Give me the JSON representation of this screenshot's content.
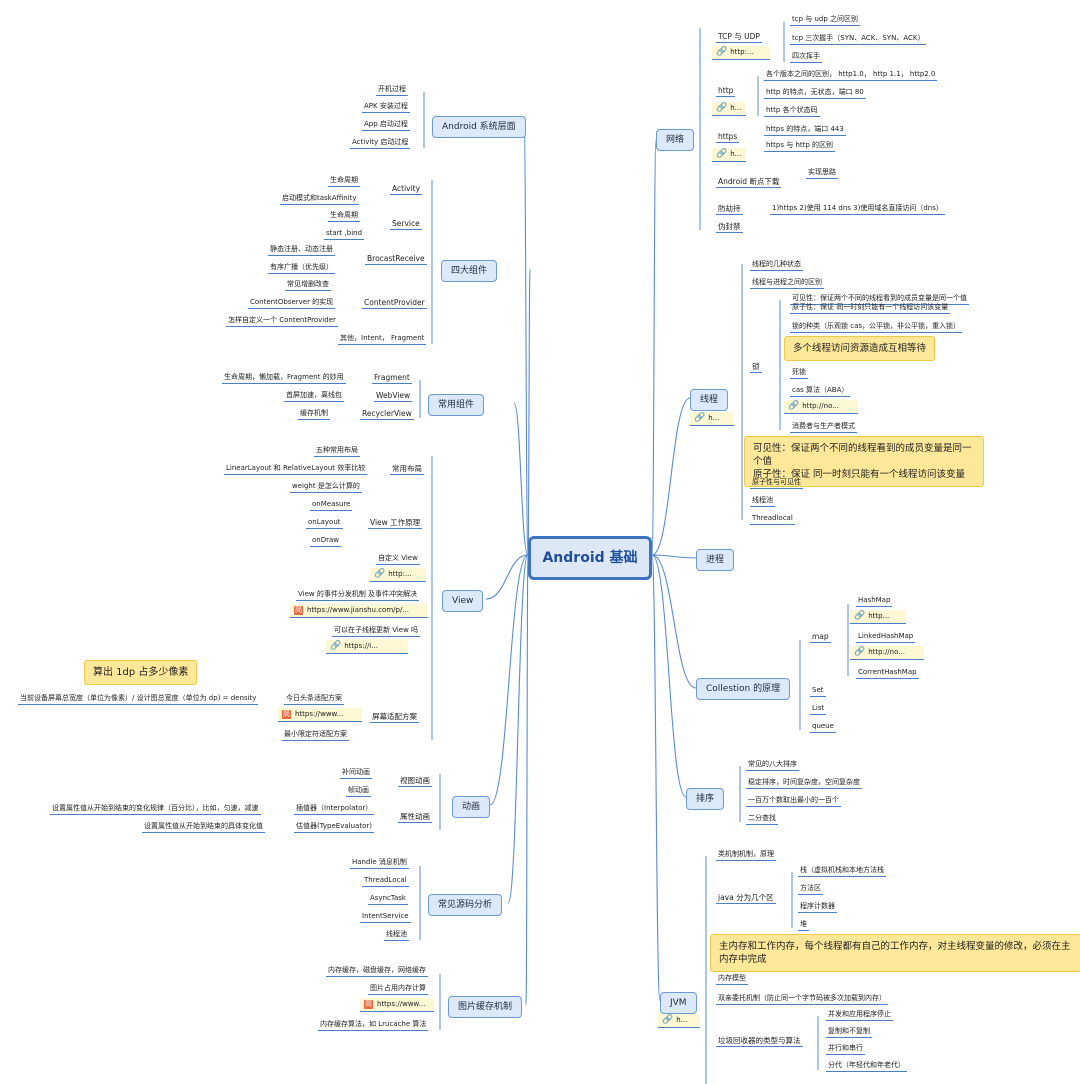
{
  "root": "Android 基础",
  "topics": {
    "network": "网络",
    "system": "Android 系统层面",
    "components": "四大组件",
    "common": "常用组件",
    "view": "View",
    "anim": "动画",
    "source": "常见源码分析",
    "imgcache": "图片缓存机制",
    "thread": "线程",
    "process": "进程",
    "collection": "Collestion 的原理",
    "sort": "排序",
    "jvm": "JVM"
  },
  "network": {
    "tcp": "TCP 与 UDP",
    "tcp_diff": "tcp 与 udp 之间区别",
    "tcp_hs": "tcp 三次握手（SYN、ACK、SYN、ACK）",
    "tcp_wave": "四次挥手",
    "tcp_link": "http:...",
    "http": "http",
    "http_ver": "各个版本之间的区别，  http1.0， http 1.1， http2.0",
    "http_feat": "http 的特点，无状态，端口 80",
    "http_status": "http 各个状态码",
    "http_link": "h...",
    "https": "https",
    "https_feat": "https 的特点，端口 443",
    "https_diff": "https 与 http 的区别",
    "https_link": "h...",
    "resume": "Android 断点下载",
    "resume_idea": "实现思路",
    "hijack": "防劫持",
    "hijack_desc": "1)https 2)使用 114 dns  3)使用域名直接访问（dns）",
    "fake": "伪封禁"
  },
  "system": {
    "boot": "开机过程",
    "apk": "APK 安装过程",
    "app": "App 启动过程",
    "activity": "Activity 启动过程"
  },
  "components": {
    "activity": "Activity",
    "act_life": "生命周期",
    "act_mode": "启动模式和taskAffinity",
    "service": "Service",
    "svc_life": "生命周期",
    "svc_bind": "start ,bind",
    "broadcast": "BrocastReceive",
    "bc_reg": "静态注册、动态注册",
    "bc_order": "有序广播（优先级）",
    "provider": "ContentProvider",
    "cp_crud": "常见增删改查",
    "cp_observer": "ContentObserver 的实现",
    "cp_custom": "怎样自定义一个 ContentProvider",
    "other": "其他，Intent，  Fragment"
  },
  "common": {
    "fragment": "Fragment",
    "fragment_desc": "生命周期，懒加载，Fragment 的妙用",
    "webview": "WebView",
    "webview_desc": "首屏加速，离线包",
    "recycler": "RecyclerView",
    "recycler_desc": "缓存机制"
  },
  "view": {
    "layout": "常用布局",
    "layout_five": "五种常用布局",
    "layout_cmp": "LinearLayout 和 RelativeLayout 效率比较",
    "layout_weight": "weight 是怎么计算的",
    "work": "View 工作原理",
    "measure": "onMeasure",
    "onlayout": "onLayout",
    "draw": "onDraw",
    "custom": "自定义 View",
    "custom_link": "http:...",
    "event": "View 的事件分发机制 及事件冲突解决",
    "event_link": "https://www.jianshu.com/p/...",
    "subthread": "可以在子线程更新 View 吗",
    "subthread_link": "https://i...",
    "screen": "屏幕适配方案",
    "screen_note": "算出 1dp 占多少像素",
    "screen_formula": "当前设备屏幕总宽度（单位为像素）/ 设计图总宽度（单位为 dp) = density",
    "screen_toutiao": "今日头条适配方案",
    "screen_link": "https://www...",
    "screen_min": "最小限定符适配方案"
  },
  "anim": {
    "view_anim": "视图动画",
    "tween": "补间动画",
    "frame": "帧动画",
    "prop_anim": "属性动画",
    "interp": "插值器（Interpolator）",
    "interp_desc": "设置属性值从开始到结束的变化规律（百分比），比如，匀速，减速",
    "eval": "估值器(TypeEvaluator)",
    "eval_desc": "设置属性值从开始到结束的具体变化值"
  },
  "source": {
    "handler": "Handle 消息机制",
    "tl": "ThreadLocal",
    "async": "AsyncTask",
    "intent": "IntentService",
    "pool": "线程池"
  },
  "imgcache": {
    "levels": "内存缓存，磁盘缓存，网络缓存",
    "mem": "图片占用内存计算",
    "link": "https://www...",
    "algo": "内存缓存算法，如 Lrucache 算法"
  },
  "thread": {
    "states": "线程的几种状态",
    "diff": "线程与进程之间的区别",
    "lock": "锁",
    "visibility": "可见性：保证两个不同的线程看到的成员变量是同一个值",
    "atomic": "原子性：保证 同一时刻只能有一个线程访问该变量",
    "lock_types": "锁的种类（乐观锁 cas，公平锁，非公平锁，重入锁）",
    "lock_note": "多个线程访问资源造成互相等待",
    "deadlock": "死锁",
    "cas": "cas 算法（ABA）",
    "cas_link": "http://no...",
    "producer": "消费者与生产者模式",
    "big_note_1": "可见性：保证两个不同的线程看到的成员变量是同一个值",
    "big_note_2": "原子性：保证 同一时刻只能有一个线程访问该变量",
    "atom_vis": "原子性与可见性",
    "pool": "线程池",
    "tlocal": "Threadlocal",
    "link": "h..."
  },
  "collection": {
    "map": "map",
    "hashmap": "HashMap",
    "hashmap_link": "http...",
    "linked": "LinkedHashMap",
    "linked_link": "http://no...",
    "concurrent": "CorrentHashMap",
    "set": "Set",
    "list": "List",
    "queue": "queue"
  },
  "sort": {
    "eight": "常见的八大排序",
    "stable": "稳定排序，时间复杂度，空间复杂度",
    "topk": "一百万个数取出最小的一百个",
    "binary": "二分查找"
  },
  "jvm": {
    "classload": "类机制机制，原理",
    "areas": "java 分为几个区",
    "stack": "栈（虚拟机栈和本地方法栈",
    "method": "方法区",
    "pc": "程序计数器",
    "heap": "堆",
    "note": "主内存和工作内存，每个线程都有自己的工作内存，对主线程变量的修改，必须在主内存中完成",
    "model": "内存模型",
    "parent": "双亲委托机制（防止同一个字节码被多次加载到内存）",
    "gc": "垃圾回收器的类型与算法",
    "gc_concurrent": "并发和应用程序停止",
    "gc_copy": "复制和不复制",
    "gc_parallel": "并行和串行",
    "gc_gen": "分代（年轻代和年老代）",
    "link": "h..."
  },
  "colors": {
    "line": "#5b8bd0",
    "topic_bg": "#dce9f8",
    "note_bg": "#fde89a",
    "root_border": "#3c74c0"
  },
  "icons": [
    "link-icon",
    "web-icon",
    "collapse-circle-icon"
  ]
}
